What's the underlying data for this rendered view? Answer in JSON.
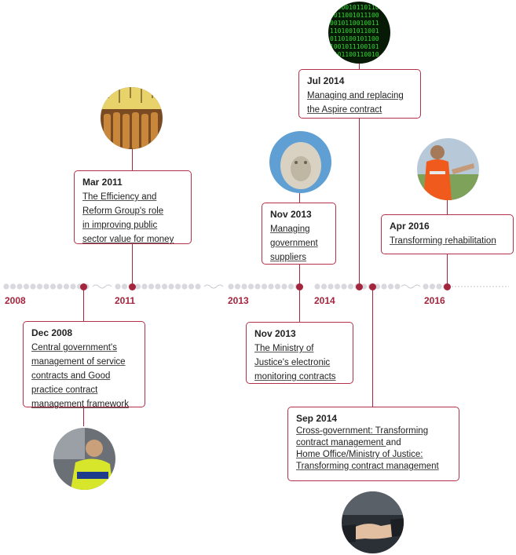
{
  "colors": {
    "accent": "#a4253d",
    "dot": "#d8d8de"
  },
  "years": [
    "2008",
    "2011",
    "2013",
    "2014",
    "2016"
  ],
  "events": {
    "mar2011": {
      "date": "Mar 2011",
      "lines": [
        "The Efficiency and ",
        "Reform Group's role ",
        "in improving public ",
        "sector value for money"
      ],
      "image": "measuring-tape-icon"
    },
    "dec2008": {
      "date": "Dec 2008",
      "lines": [
        "Central government's ",
        "management of service ",
        "contracts and Good ",
        "practice contract ",
        "management framework"
      ],
      "image": "security-guard-icon"
    },
    "nov2013a": {
      "date": "Nov 2013",
      "lines": [
        "Managing ",
        "government ",
        "suppliers"
      ],
      "image": "lion-statue-icon"
    },
    "nov2013b": {
      "date": "Nov 2013",
      "lines": [
        "The Ministry of ",
        "Justice's electronic ",
        "monitoring contracts"
      ]
    },
    "jul2014": {
      "date": "Jul 2014",
      "lines": [
        "Managing and replacing ",
        "the Aspire contract"
      ],
      "image": "binary-code-icon"
    },
    "sep2014": {
      "date": "Sep 2014",
      "line1": "Cross-government: Transforming ",
      "line2_link": "contract management ",
      "line2_plain": "and",
      "line3": "Home Office/Ministry of Justice: ",
      "line4": "Transforming contract management",
      "image": "handshake-icon"
    },
    "apr2016": {
      "date": "Apr 2016",
      "lines": [
        "Transforming rehabilitation"
      ],
      "image": "workers-hivis-icon"
    }
  }
}
